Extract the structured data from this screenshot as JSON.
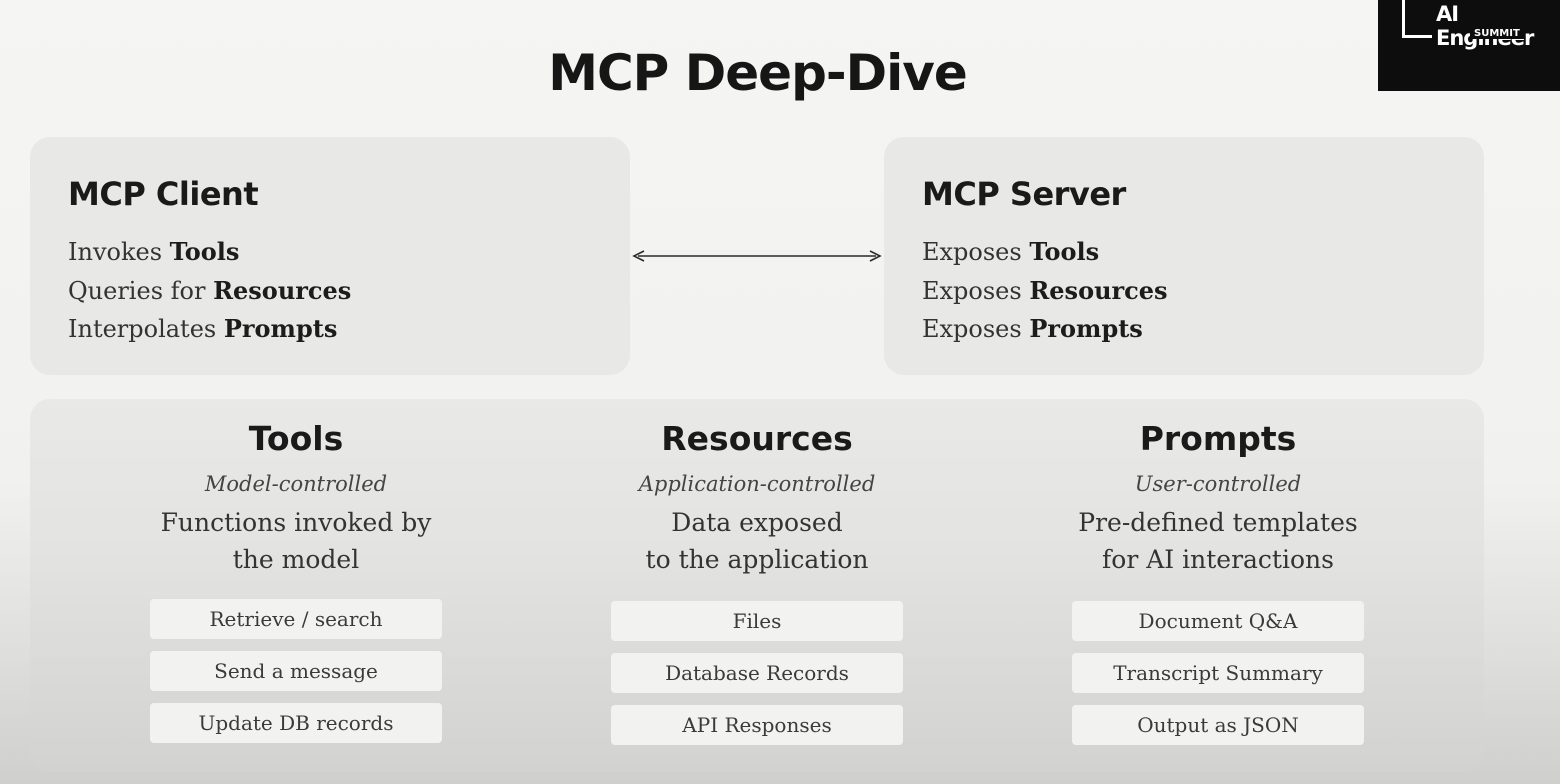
{
  "title": "MCP Deep-Dive",
  "logo": {
    "main": "AI Engineer",
    "sub": "SUMMIT"
  },
  "client": {
    "title": "MCP Client",
    "lines": [
      {
        "verb": "Invokes ",
        "noun": "Tools"
      },
      {
        "verb": "Queries for ",
        "noun": "Resources"
      },
      {
        "verb": "Interpolates ",
        "noun": "Prompts"
      }
    ]
  },
  "server": {
    "title": "MCP Server",
    "lines": [
      {
        "verb": "Exposes ",
        "noun": "Tools"
      },
      {
        "verb": "Exposes ",
        "noun": "Resources"
      },
      {
        "verb": "Exposes ",
        "noun": "Prompts"
      }
    ]
  },
  "columns": [
    {
      "title": "Tools",
      "control": "Model-controlled",
      "desc1": "Functions invoked by",
      "desc2": "the model",
      "items": [
        "Retrieve / search",
        "Send a message",
        "Update DB records"
      ]
    },
    {
      "title": "Resources",
      "control": "Application-controlled",
      "desc1": "Data exposed",
      "desc2": "to the application",
      "items": [
        "Files",
        "Database Records",
        "API Responses"
      ]
    },
    {
      "title": "Prompts",
      "control": "User-controlled",
      "desc1": "Pre-defined templates",
      "desc2": "for AI interactions",
      "items": [
        "Document Q&A",
        "Transcript Summary",
        "Output as JSON"
      ]
    }
  ],
  "colors": {
    "background": "#f5f5f3",
    "card": "#e8e8e6",
    "pill": "#f2f2f0",
    "text": "#1a1a1a",
    "logo_bg": "#0d0d0d"
  }
}
